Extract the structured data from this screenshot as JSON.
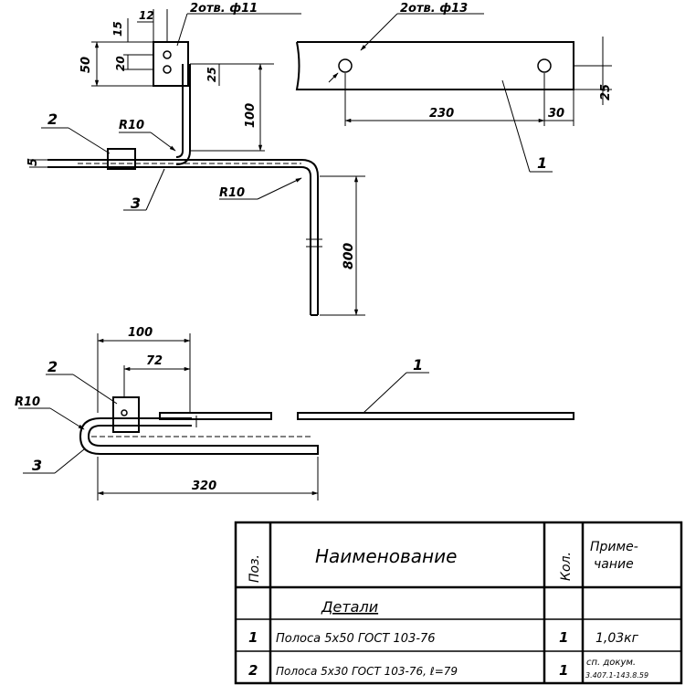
{
  "drawing": {
    "top_view": {
      "hole_callout_left": "2отв. ф11",
      "hole_callout_right": "2отв. ф13",
      "dim_12": "12",
      "dim_15": "15",
      "dim_50": "50",
      "dim_20": "20",
      "dim_25_small": "25",
      "dim_100": "100",
      "dim_25_right": "25",
      "dim_230": "230",
      "dim_30": "30",
      "dim_5": "5",
      "dim_800": "800",
      "radius_upper": "R10",
      "radius_lower": "R10",
      "pos_1": "1",
      "pos_2": "2",
      "pos_3": "3"
    },
    "bottom_view": {
      "dim_100": "100",
      "dim_72": "72",
      "dim_320": "320",
      "radius": "R10",
      "pos_1": "1",
      "pos_2": "2",
      "pos_3": "3"
    }
  },
  "spec_table": {
    "headers": {
      "pos": "Поз.",
      "name": "Наименование",
      "qty": "Кол.",
      "note_line1": "Приме-",
      "note_line2": "чание"
    },
    "section_title": "Детали",
    "rows": [
      {
        "pos": "1",
        "name": "Полоса 5x50  ГОСТ 103-76",
        "qty": "1",
        "note": "1,03кг"
      },
      {
        "pos": "2",
        "name": "Полоса 5x30 ГОСТ 103-76, ℓ=79",
        "qty": "1",
        "note_line1": "сп. докум.",
        "note_line2": "3.407.1-143.8.59"
      }
    ]
  }
}
